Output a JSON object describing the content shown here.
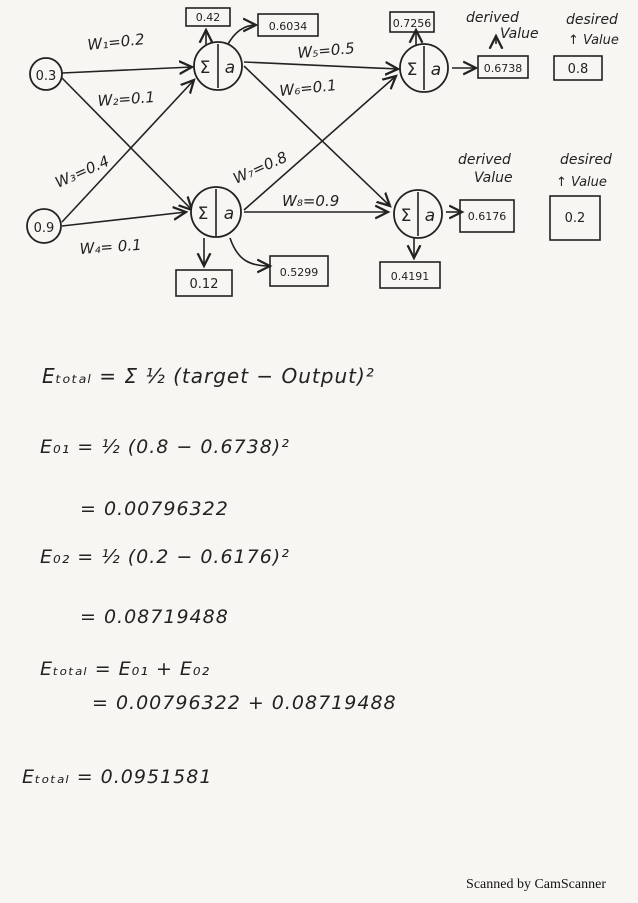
{
  "network": {
    "inputs": [
      "0.3",
      "0.9"
    ],
    "weights": {
      "w1": "W₁=0.2",
      "w2": "W₂=0.1",
      "w3": "W₃=0.4",
      "w4": "W₄= 0.1",
      "w5": "W₅=0.5",
      "w6": "W₆=0.1",
      "w7": "W₇=0.8",
      "w8": "W₈=0.9"
    },
    "node_labels": {
      "sigma": "Σ",
      "a": "a"
    },
    "hidden1": {
      "net": "0.42",
      "out": "0.6034"
    },
    "hidden2": {
      "net": "0.12",
      "out": "0.5299"
    },
    "output1": {
      "net": "0.7256",
      "out": "0.6738"
    },
    "output2": {
      "net": "0.4191",
      "out": "0.6176"
    },
    "derived_label": [
      "derived",
      "Value"
    ],
    "derived_label_2": [
      "derived",
      "Value"
    ],
    "desired_label": [
      "desired",
      "↑ Value"
    ],
    "desired_label_2": [
      "desired",
      "↑ Value"
    ],
    "desired_values": [
      "0.8",
      "0.2"
    ]
  },
  "equations": {
    "line1": "Eₜₒₜₐₗ = Σ ½ (target − Output)²",
    "line2": "E₀₁ = ½ (0.8 − 0.6738)²",
    "line3": "= 0.00796322",
    "line4": "E₀₂ = ½ (0.2 − 0.6176)²",
    "line5": "= 0.08719488",
    "line6": "Eₜₒₜₐₗ = E₀₁ + E₀₂",
    "line7": "= 0.00796322 + 0.08719488",
    "line8": "Eₜₒₜₐₗ = 0.0951581"
  },
  "footer": {
    "scanner": "Scanned by CamScanner"
  }
}
